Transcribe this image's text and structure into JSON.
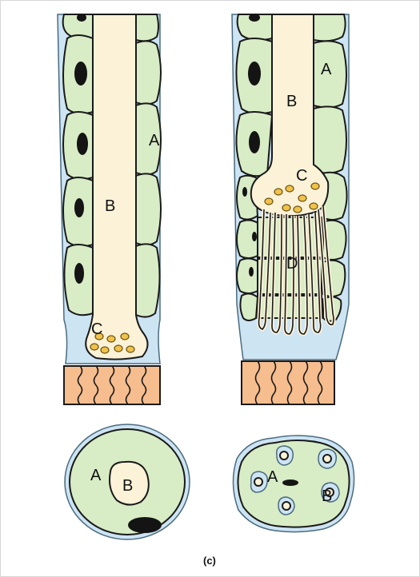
{
  "labels": {
    "left_A": "A",
    "left_B": "B",
    "left_C": "C",
    "right_A": "A",
    "right_B": "B",
    "right_C": "C",
    "right_D": "D",
    "xsec_left_A": "A",
    "xsec_left_B": "B",
    "xsec_right_A": "A",
    "xsec_right_B": "B"
  },
  "caption": "(c)",
  "colors": {
    "cell": "#d8ecc6",
    "sheath": "#cde4f3",
    "axon": "#fcf2d8",
    "vesicle": "#f0c24a",
    "muscle": "#f6bd8f",
    "nucleus": "#141414"
  }
}
